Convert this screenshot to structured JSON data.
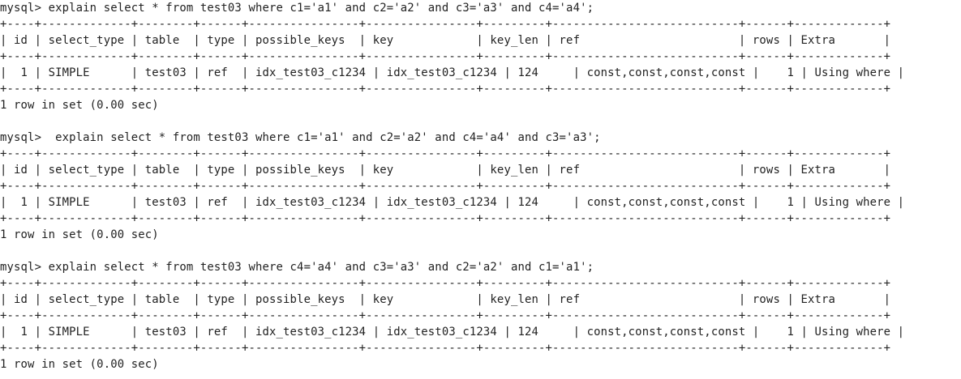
{
  "terminal": {
    "blocks": [
      {
        "command": "mysql> explain select * from test03 where c1='a1' and c2='a2' and c3='a3' and c4='a4';",
        "border": "+----+-------------+--------+------+----------------+----------------+---------+---------------------------+------+-------------+",
        "header": "| id | select_type | table  | type | possible_keys  | key            | key_len | ref                       | rows | Extra       |",
        "row": "|  1 | SIMPLE      | test03 | ref  | idx_test03_c1234 | idx_test03_c1234 | 124     | const,const,const,const |    1 | Using where |",
        "footer": "1 row in set (0.00 sec)"
      },
      {
        "command": "mysql>  explain select * from test03 where c1='a1' and c2='a2' and c4='a4' and c3='a3';",
        "border": "+----+-------------+--------+------+----------------+----------------+---------+---------------------------+------+-------------+",
        "header": "| id | select_type | table  | type | possible_keys  | key            | key_len | ref                       | rows | Extra       |",
        "row": "|  1 | SIMPLE      | test03 | ref  | idx_test03_c1234 | idx_test03_c1234 | 124     | const,const,const,const |    1 | Using where |",
        "footer": "1 row in set (0.00 sec)"
      },
      {
        "command": "mysql> explain select * from test03 where c4='a4' and c3='a3' and c2='a2' and c1='a1';",
        "border": "+----+-------------+--------+------+----------------+----------------+---------+---------------------------+------+-------------+",
        "header": "| id | select_type | table  | type | possible_keys  | key            | key_len | ref                       | rows | Extra       |",
        "row": "|  1 | SIMPLE      | test03 | ref  | idx_test03_c1234 | idx_test03_c1234 | 124     | const,const,const,const |    1 | Using where |",
        "footer": "1 row in set (0.00 sec)"
      }
    ]
  }
}
